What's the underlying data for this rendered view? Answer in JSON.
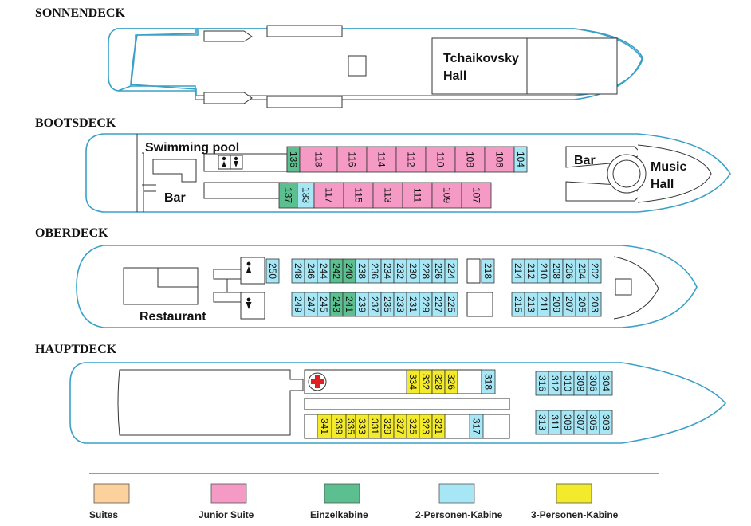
{
  "colors": {
    "hull": "#3aa0c8",
    "suite": "#fcd19c",
    "junior_suite": "#f49ac4",
    "einzel": "#5bbf8f",
    "zwei": "#a6e6f5",
    "drei": "#f2ea2a",
    "red_cross": "#e02020"
  },
  "icons": {
    "wc_female": "toilet-woman-icon",
    "wc_male": "toilet-man-icon",
    "medical": "red-cross-icon"
  },
  "decks": {
    "sonnendeck": {
      "title": "SONNENDECK",
      "hall_line1": "Tchaikovsky",
      "hall_line2": "Hall"
    },
    "bootsdeck": {
      "title": "BOOTSDECK",
      "swimming_pool": "Swimming pool",
      "bar_left": "Bar",
      "bar_right": "Bar",
      "music_line1": "Music",
      "music_line2": "Hall",
      "top_row": [
        {
          "n": "136",
          "t": "einzel"
        },
        {
          "n": "118",
          "t": "junior_suite"
        },
        {
          "n": "116",
          "t": "junior_suite"
        },
        {
          "n": "114",
          "t": "junior_suite"
        },
        {
          "n": "112",
          "t": "junior_suite"
        },
        {
          "n": "110",
          "t": "junior_suite"
        },
        {
          "n": "108",
          "t": "junior_suite"
        },
        {
          "n": "106",
          "t": "junior_suite"
        },
        {
          "n": "104",
          "t": "zwei"
        }
      ],
      "bottom_row": [
        {
          "n": "137",
          "t": "einzel"
        },
        {
          "n": "133",
          "t": "zwei"
        },
        {
          "n": "117",
          "t": "junior_suite"
        },
        {
          "n": "115",
          "t": "junior_suite"
        },
        {
          "n": "113",
          "t": "junior_suite"
        },
        {
          "n": "111",
          "t": "junior_suite"
        },
        {
          "n": "109",
          "t": "junior_suite"
        },
        {
          "n": "107",
          "t": "junior_suite"
        }
      ]
    },
    "oberdeck": {
      "title": "OBERDECK",
      "restaurant": "Restaurant",
      "single_250": {
        "n": "250",
        "t": "zwei"
      },
      "single_218": {
        "n": "218",
        "t": "zwei"
      },
      "top_left": [
        {
          "n": "248",
          "t": "zwei"
        },
        {
          "n": "246",
          "t": "zwei"
        },
        {
          "n": "244",
          "t": "zwei"
        },
        {
          "n": "242",
          "t": "einzel"
        },
        {
          "n": "240",
          "t": "einzel"
        },
        {
          "n": "238",
          "t": "zwei"
        },
        {
          "n": "236",
          "t": "zwei"
        },
        {
          "n": "234",
          "t": "zwei"
        },
        {
          "n": "232",
          "t": "zwei"
        },
        {
          "n": "230",
          "t": "zwei"
        },
        {
          "n": "228",
          "t": "zwei"
        },
        {
          "n": "226",
          "t": "zwei"
        },
        {
          "n": "224",
          "t": "zwei"
        }
      ],
      "bottom_left": [
        {
          "n": "249",
          "t": "zwei"
        },
        {
          "n": "247",
          "t": "zwei"
        },
        {
          "n": "245",
          "t": "zwei"
        },
        {
          "n": "243",
          "t": "einzel"
        },
        {
          "n": "241",
          "t": "einzel"
        },
        {
          "n": "239",
          "t": "zwei"
        },
        {
          "n": "237",
          "t": "zwei"
        },
        {
          "n": "235",
          "t": "zwei"
        },
        {
          "n": "233",
          "t": "zwei"
        },
        {
          "n": "231",
          "t": "zwei"
        },
        {
          "n": "229",
          "t": "zwei"
        },
        {
          "n": "227",
          "t": "zwei"
        },
        {
          "n": "225",
          "t": "zwei"
        }
      ],
      "top_right": [
        {
          "n": "214",
          "t": "zwei"
        },
        {
          "n": "212",
          "t": "zwei"
        },
        {
          "n": "210",
          "t": "zwei"
        },
        {
          "n": "208",
          "t": "zwei"
        },
        {
          "n": "206",
          "t": "zwei"
        },
        {
          "n": "204",
          "t": "zwei"
        },
        {
          "n": "202",
          "t": "zwei"
        }
      ],
      "bottom_right": [
        {
          "n": "215",
          "t": "zwei"
        },
        {
          "n": "213",
          "t": "zwei"
        },
        {
          "n": "211",
          "t": "zwei"
        },
        {
          "n": "209",
          "t": "zwei"
        },
        {
          "n": "207",
          "t": "zwei"
        },
        {
          "n": "205",
          "t": "zwei"
        },
        {
          "n": "203",
          "t": "zwei"
        }
      ]
    },
    "hauptdeck": {
      "title": "HAUPTDECK",
      "single_318": {
        "n": "318",
        "t": "zwei"
      },
      "single_317": {
        "n": "317",
        "t": "zwei"
      },
      "top_mid": [
        {
          "n": "334",
          "t": "drei"
        },
        {
          "n": "332",
          "t": "drei"
        },
        {
          "n": "328",
          "t": "drei"
        },
        {
          "n": "326",
          "t": "drei"
        }
      ],
      "bottom_mid": [
        {
          "n": "341",
          "t": "drei"
        },
        {
          "n": "339",
          "t": "drei"
        },
        {
          "n": "335",
          "t": "drei"
        },
        {
          "n": "333",
          "t": "drei"
        },
        {
          "n": "331",
          "t": "drei"
        },
        {
          "n": "329",
          "t": "drei"
        },
        {
          "n": "327",
          "t": "drei"
        },
        {
          "n": "325",
          "t": "drei"
        },
        {
          "n": "323",
          "t": "drei"
        },
        {
          "n": "321",
          "t": "drei"
        }
      ],
      "top_right": [
        {
          "n": "316",
          "t": "zwei"
        },
        {
          "n": "312",
          "t": "zwei"
        },
        {
          "n": "310",
          "t": "zwei"
        },
        {
          "n": "308",
          "t": "zwei"
        },
        {
          "n": "306",
          "t": "zwei"
        },
        {
          "n": "304",
          "t": "zwei"
        }
      ],
      "bottom_right": [
        {
          "n": "313",
          "t": "zwei"
        },
        {
          "n": "311",
          "t": "zwei"
        },
        {
          "n": "309",
          "t": "zwei"
        },
        {
          "n": "307",
          "t": "zwei"
        },
        {
          "n": "305",
          "t": "zwei"
        },
        {
          "n": "303",
          "t": "zwei"
        }
      ]
    }
  },
  "legend": [
    {
      "label": "Suites",
      "t": "suite"
    },
    {
      "label": "Junior Suite",
      "t": "junior_suite"
    },
    {
      "label": "Einzelkabine",
      "t": "einzel"
    },
    {
      "label": "2-Personen-Kabine",
      "t": "zwei"
    },
    {
      "label": "3-Personen-Kabine",
      "t": "drei"
    }
  ]
}
